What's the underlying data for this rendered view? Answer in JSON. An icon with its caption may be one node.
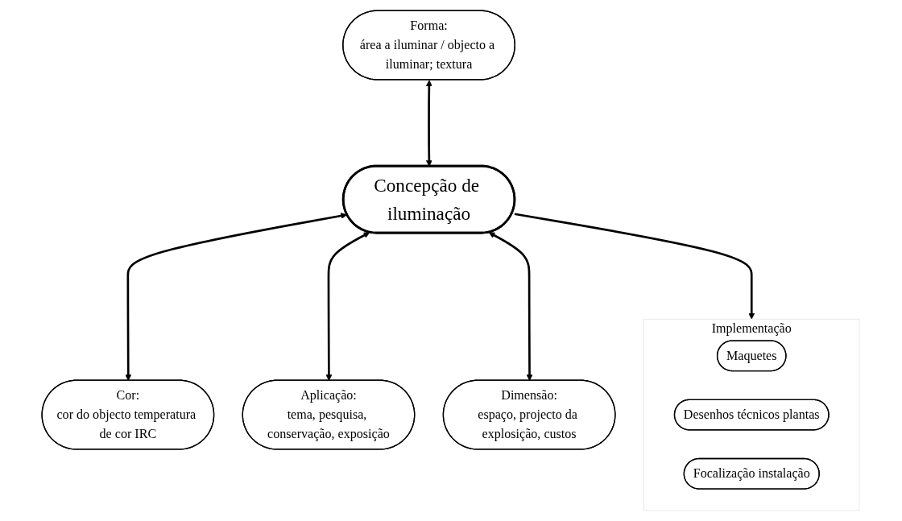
{
  "diagram": {
    "nodes": [
      {
        "text": [
          "Cor:",
          "cor do objecto temperatura de cor IRC"
        ]
      },
      {
        "text": [
          "Aplicação:",
          "tema, pesquisa, conservação, exposição"
        ]
      },
      {
        "text": [
          "Forma:",
          "área a iluminar / objecto a iluminar; textura"
        ]
      },
      {
        "text": [
          "Concepção de iluminação"
        ]
      },
      {
        "text": [
          "Dimensão:",
          "espaço, projecto da explosição, custos"
        ]
      },
      {
        "text": [
          "Implementação"
        ]
      },
      {
        "text": [
          "Maquetes"
        ],
        "in": 5
      },
      {
        "text": [
          "Desenhos técnicos plantas"
        ],
        "in": 5
      },
      {
        "text": [
          "Focalização instalação"
        ],
        "in": 5
      }
    ],
    "edges": [
      {
        "from": 3,
        "to": 0,
        "arrow": "both"
      },
      {
        "from": 3,
        "to": 1,
        "arrow": "both"
      },
      {
        "from": 2,
        "to": 3,
        "arrow": "both"
      },
      {
        "from": 3,
        "to": 4,
        "arrow": "both"
      },
      {
        "from": 3,
        "to": 5,
        "arrow": "to"
      }
    ]
  }
}
